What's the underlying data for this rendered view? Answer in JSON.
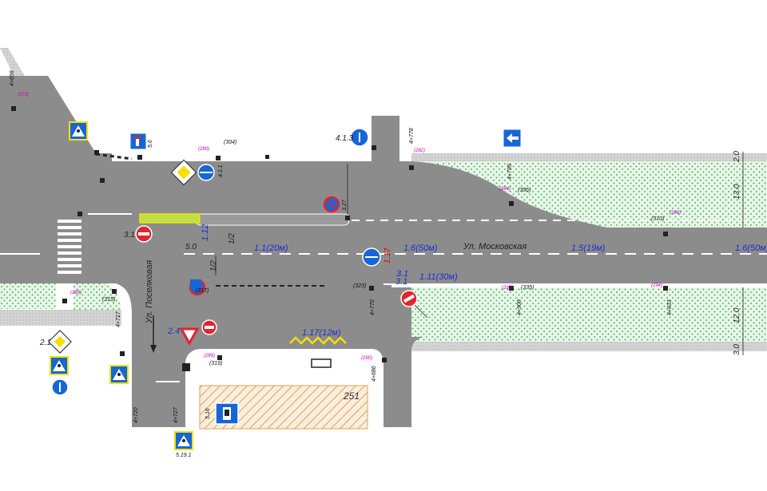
{
  "colors": {
    "asphalt": "#8c8c8c",
    "curb_strip": "#d4d4d4",
    "lawn": "#e9f5e9",
    "lawn_dot": "#1faa3a",
    "sign_blue": "#1766d6",
    "sign_red": "#e0252b",
    "label_blue": "#1b2fd0",
    "label_magenta": "#c000c0",
    "building_hatch": "#e0a050",
    "yellow": "#f5e000"
  },
  "streets": {
    "main": "Ул. Московская",
    "cross": "Ул. Поселковая"
  },
  "markings": {
    "m1": "1.1(20м)",
    "m2": "1.6(50м)",
    "m3": "1.5(19м)",
    "m4": "1.6(50м)",
    "m5": "1.11(30м)",
    "m6": "1.17(12м)",
    "m7": "1.12",
    "m8": "1/2",
    "m9": "1/2",
    "m10": "3.1",
    "m11": "5.0",
    "m12": "1.17"
  },
  "building": {
    "number": "251"
  },
  "dimensions": {
    "d1": "13.0",
    "d2": "12.0",
    "d3": "3.0",
    "d4": "2.0"
  },
  "sign_codes": {
    "s1": "3.1",
    "s2": "2.4",
    "s3": "2.1",
    "s4": "4.1.3",
    "s5": "5.6",
    "s6": "3.27",
    "s7": "4.1.1",
    "s8": "5.19.1",
    "s9": "3.1",
    "s10": "5.16"
  },
  "pole_labels": {
    "p1": "(273)",
    "p2": "(280)",
    "p3": "(304)",
    "p4": "(306)",
    "p5": "(310)",
    "p6": "(282)",
    "p7": "(284)",
    "p8": "(285)",
    "p9": "(315)",
    "p10": "(317)",
    "p11": "(319)",
    "p12": "(289)",
    "p13": "(290)",
    "p14": "(292)",
    "p15": "(294)",
    "p16": "(286)",
    "p17": "(323)",
    "p18": "(335)"
  },
  "km_labels": {
    "k1": "4+698",
    "k2": "4+778",
    "k3": "4+720",
    "k4": "4+727",
    "k5": "4+686",
    "k6": "4+900",
    "k7": "4+833",
    "k8": "4+799",
    "k9": "4+717",
    "k10": "4+770"
  }
}
